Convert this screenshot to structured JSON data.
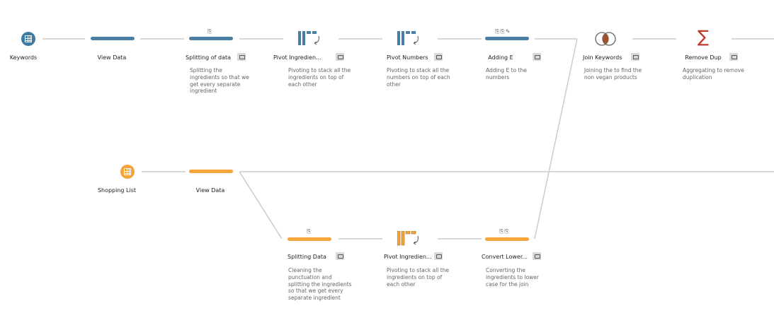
{
  "flow": {
    "keywords_input": {
      "label": "Keywords",
      "icon": "table-icon",
      "color": "#3e7ba4"
    },
    "shopping_input": {
      "label": "Shopping List",
      "icon": "table-icon",
      "color": "#f5a43a"
    },
    "steps_top": [
      {
        "label": "View Data",
        "desc": ""
      },
      {
        "label": "Splitting of data",
        "desc": "Splitting the ingredients so that we get every separate ingredient"
      },
      {
        "label": "Pivot Ingredien...",
        "desc": "Pivoting to stack all the ingredients on top of each other"
      },
      {
        "label": "Pivot Numbers",
        "desc": "Pivoting to stack all the numbers on top of each other"
      },
      {
        "label": "Adding E",
        "desc": "Adding E to the numbers"
      },
      {
        "label": "Join Keywords",
        "desc": "Joining the to find the non vegan products"
      },
      {
        "label": "Remove Dup",
        "desc": "Aggregating to remove duplication"
      }
    ],
    "steps_mid": [
      {
        "label": "View Data",
        "desc": ""
      }
    ],
    "steps_bottom": [
      {
        "label": "Splitting Data",
        "desc": "Cleaning the punctuation and splitting the ingredients so that we get every separate ingredient"
      },
      {
        "label": "Pivot Ingredien...",
        "desc": "Pivoting to stack all the ingredients on top of each other"
      },
      {
        "label": "Convert Lower...",
        "desc": "Converting the ingredients to lower case for the join"
      }
    ],
    "colors": {
      "blue": "#4a7da2",
      "orange": "#f5a43a",
      "line": "#cccccc",
      "sum": "#c0392b"
    }
  }
}
